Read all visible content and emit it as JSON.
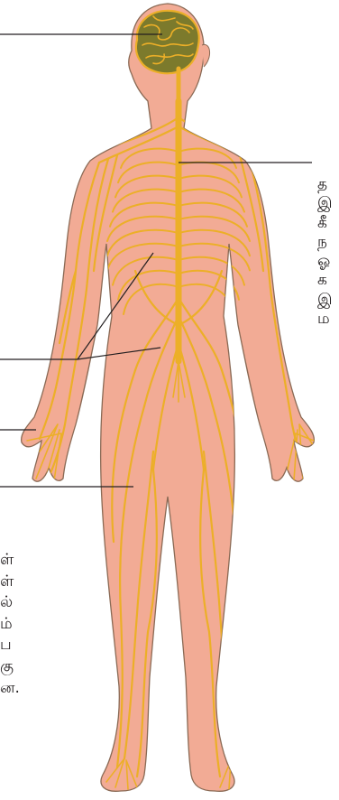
{
  "colors": {
    "skin": "#f2ab95",
    "skin_outline": "#8a6a55",
    "nerve": "#ecaf28",
    "nerve_dark": "#c8891a",
    "brain_fill": "#7c7a2c",
    "leader_line": "#231f20",
    "heading_text": "#2e2b8f",
    "body_text": "#231f20"
  },
  "right_column": {
    "heading": "த",
    "lines": [
      "இ",
      "கீ",
      "ந",
      "ஓ",
      "க",
      "இ",
      "ம"
    ]
  },
  "left_column": {
    "heading": "ள்",
    "lines": [
      "ள்",
      "ல்",
      "ம்",
      "ப",
      "கு",
      "ன."
    ]
  }
}
